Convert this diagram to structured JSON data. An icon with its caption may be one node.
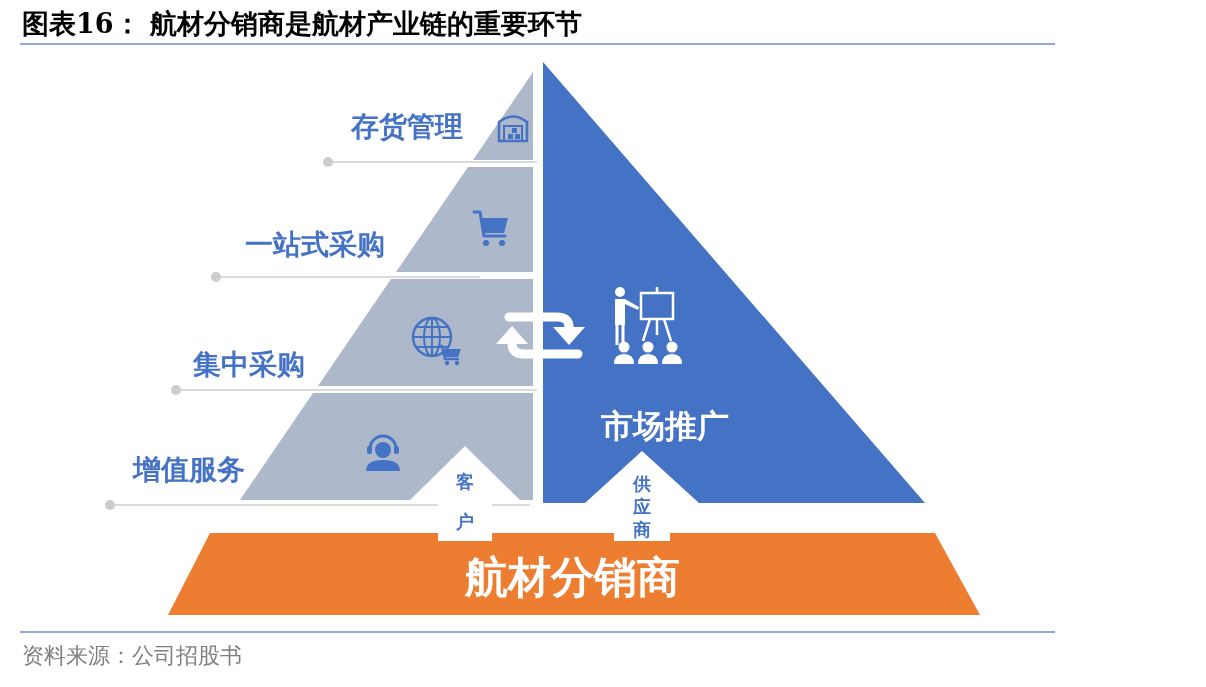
{
  "diagram": {
    "title": "图表16： 航材分销商是航材产业链的重要环节",
    "caption": "资料来源：公司招股书",
    "nodes": [
      {
        "text": [
          "存货管理"
        ]
      },
      {
        "text": [
          "一站式采购"
        ]
      },
      {
        "text": [
          "集中采购"
        ]
      },
      {
        "text": [
          "增值服务"
        ]
      },
      {
        "text": [
          "市场推广"
        ]
      },
      {
        "text": [
          "航材分销商"
        ]
      }
    ],
    "edges": [
      {
        "from": 5,
        "to": 3,
        "arrow": "to",
        "label": "客户"
      },
      {
        "from": 5,
        "to": 4,
        "arrow": "to",
        "label": "供应商"
      },
      {
        "from": 2,
        "to": 4,
        "arrow": "to"
      },
      {
        "from": 4,
        "to": 2,
        "arrow": "to"
      }
    ]
  }
}
